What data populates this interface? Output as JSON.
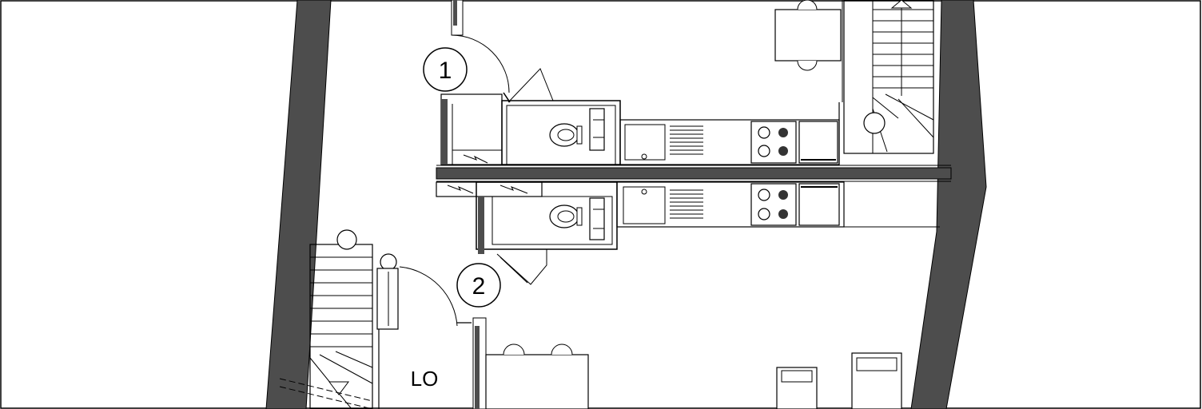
{
  "labels": {
    "unit_1": "1",
    "unit_2": "2",
    "room_lo": "LO"
  },
  "colors": {
    "wall": "#4d4d4d",
    "line": "#000000",
    "background": "#ffffff"
  }
}
